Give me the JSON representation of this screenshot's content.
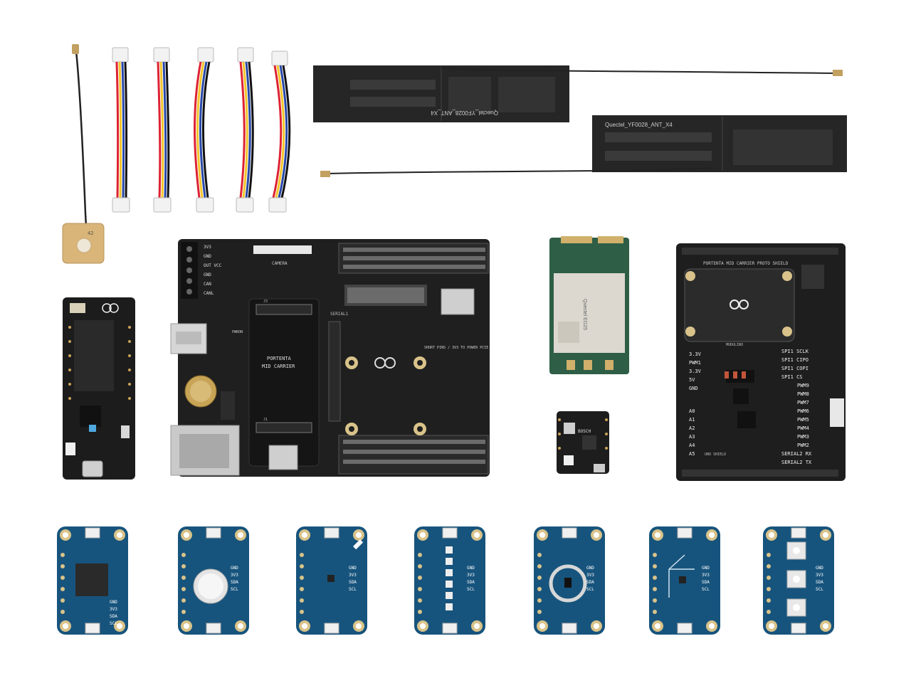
{
  "antennas": [
    {
      "label": "Quectel_YF0028_ANT_X4"
    },
    {
      "label": "Quectel_YF0028_ANT_X4"
    }
  ],
  "carrier": {
    "board_name": "PORTENTA",
    "board_subtitle": "MID CARRIER",
    "camera_label": "CAMERA",
    "j3": "J3",
    "j1": "J1",
    "pwron": "PWRON",
    "serial": "SERIAL1",
    "power_labels": [
      "3V3",
      "GND",
      "OUT VCC",
      "GND",
      "CAN",
      "CANL"
    ],
    "note": "SHORT PINS / 3V3 TO POWER PCIE"
  },
  "proto_shield": {
    "title": "PORTENTA MID CARRIER PROTO SHIELD",
    "modulino": "MODULINO",
    "uno_shield": "UNO SHIELD",
    "rails": [
      "3.3V",
      "PWM1",
      "3.3V",
      "5V",
      "GND"
    ],
    "analog": [
      "A0",
      "A1",
      "A2",
      "A3",
      "A4",
      "A5"
    ],
    "pins_right": [
      "SPI1 SCLK",
      "SPI1 CIPO",
      "SPI1 COPI",
      "SPI1 CS",
      "PWM9",
      "PWM8",
      "PWM7",
      "PWM6",
      "PWM5",
      "PWM4",
      "PWM3",
      "PWM2",
      "SERIAL2 RX",
      "SERIAL2 TX"
    ]
  },
  "modem_label": "Quectel EG25",
  "sensor_label": "BOSCH",
  "module_pins": [
    "GND",
    "3V3",
    "SDA",
    "SCL"
  ],
  "modulinos": [
    {
      "icon": "pixels-icon"
    },
    {
      "icon": "knob-icon"
    },
    {
      "icon": "thermo-icon"
    },
    {
      "icon": "led-strip-icon"
    },
    {
      "icon": "distance-icon"
    },
    {
      "icon": "movement-icon"
    },
    {
      "icon": "buttons-icon"
    }
  ],
  "colors": {
    "board": "#1c1c1c",
    "modulino_blue": "#17547d",
    "gold": "#c9a25a",
    "modem_green": "#2e5e46"
  }
}
